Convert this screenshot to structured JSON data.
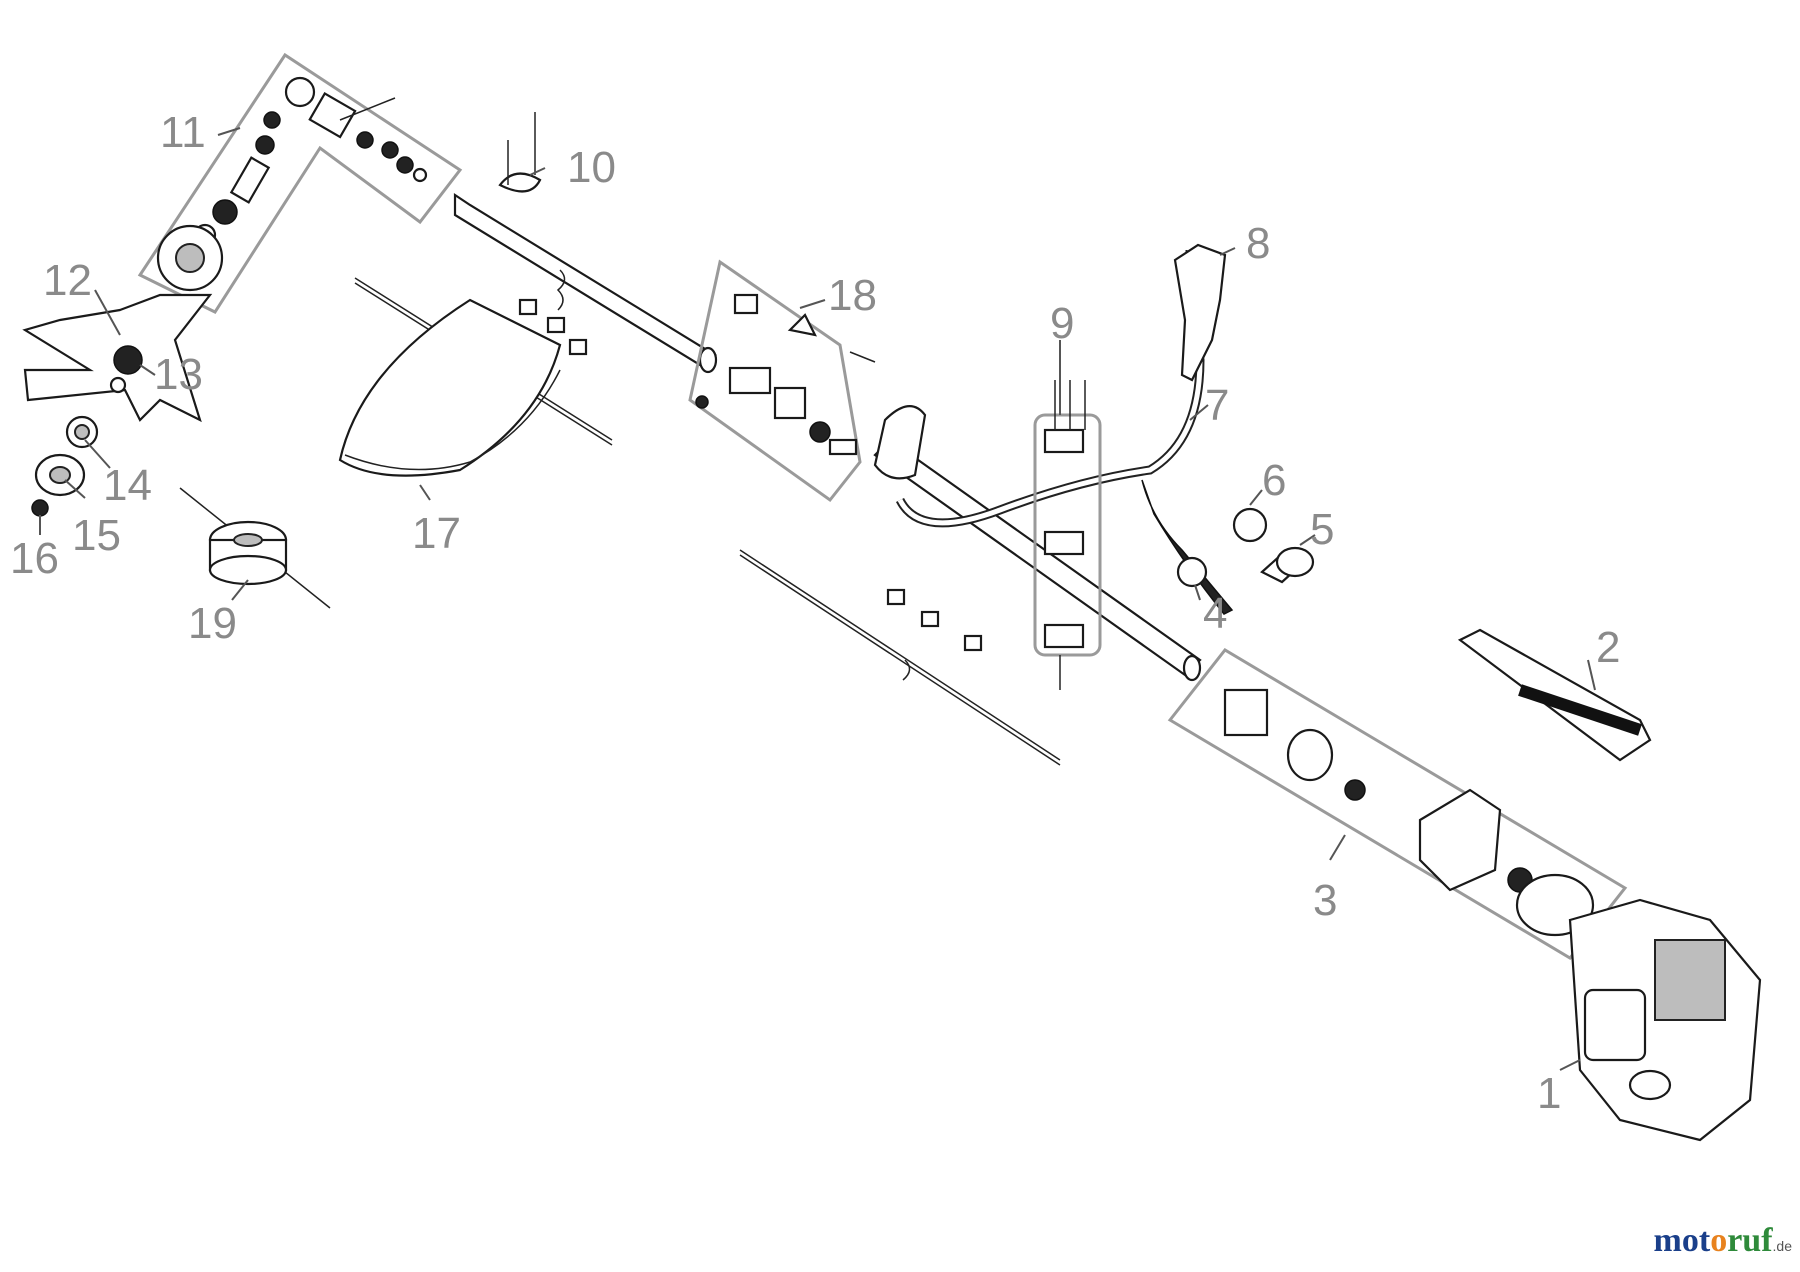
{
  "labels": {
    "p1": "1",
    "p2": "2",
    "p3": "3",
    "p4": "4",
    "p5": "5",
    "p6": "6",
    "p7": "7",
    "p8": "8",
    "p9": "9",
    "p10": "10",
    "p11": "11",
    "p12": "12",
    "p13": "13",
    "p14": "14",
    "p15": "15",
    "p16": "16",
    "p17": "17",
    "p18": "18",
    "p19": "19"
  },
  "logo": {
    "part1": "mot",
    "part2": "o",
    "part3": "ruf",
    "suffix": ".de"
  },
  "colors": {
    "label": "#8a8a8a",
    "logo_blue": "#1a3f8a",
    "logo_orange": "#e8821e",
    "logo_green": "#2e8a3a"
  }
}
